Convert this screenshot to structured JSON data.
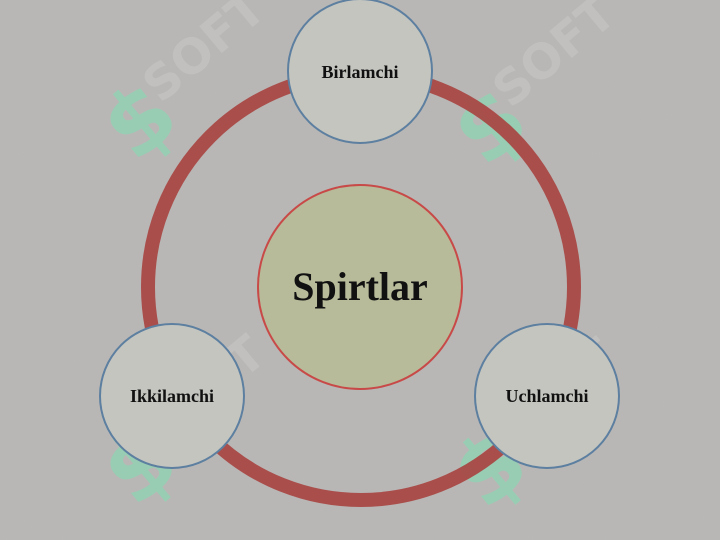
{
  "diagram": {
    "center": {
      "label": "Spirtlar"
    },
    "nodes": [
      {
        "label": "Birlamchi"
      },
      {
        "label": "Ikkilamchi"
      },
      {
        "label": "Uchlamchi"
      }
    ]
  },
  "watermark": {
    "text": "SOFT"
  },
  "colors": {
    "background": "#b9b8b6",
    "ring": "#a84442",
    "center_fill": "#b8bb9a",
    "center_stroke": "#c84a48",
    "node_fill": "#c4c5bf",
    "node_stroke": "#5d7fa0",
    "watermark": "#7fe0b3"
  }
}
